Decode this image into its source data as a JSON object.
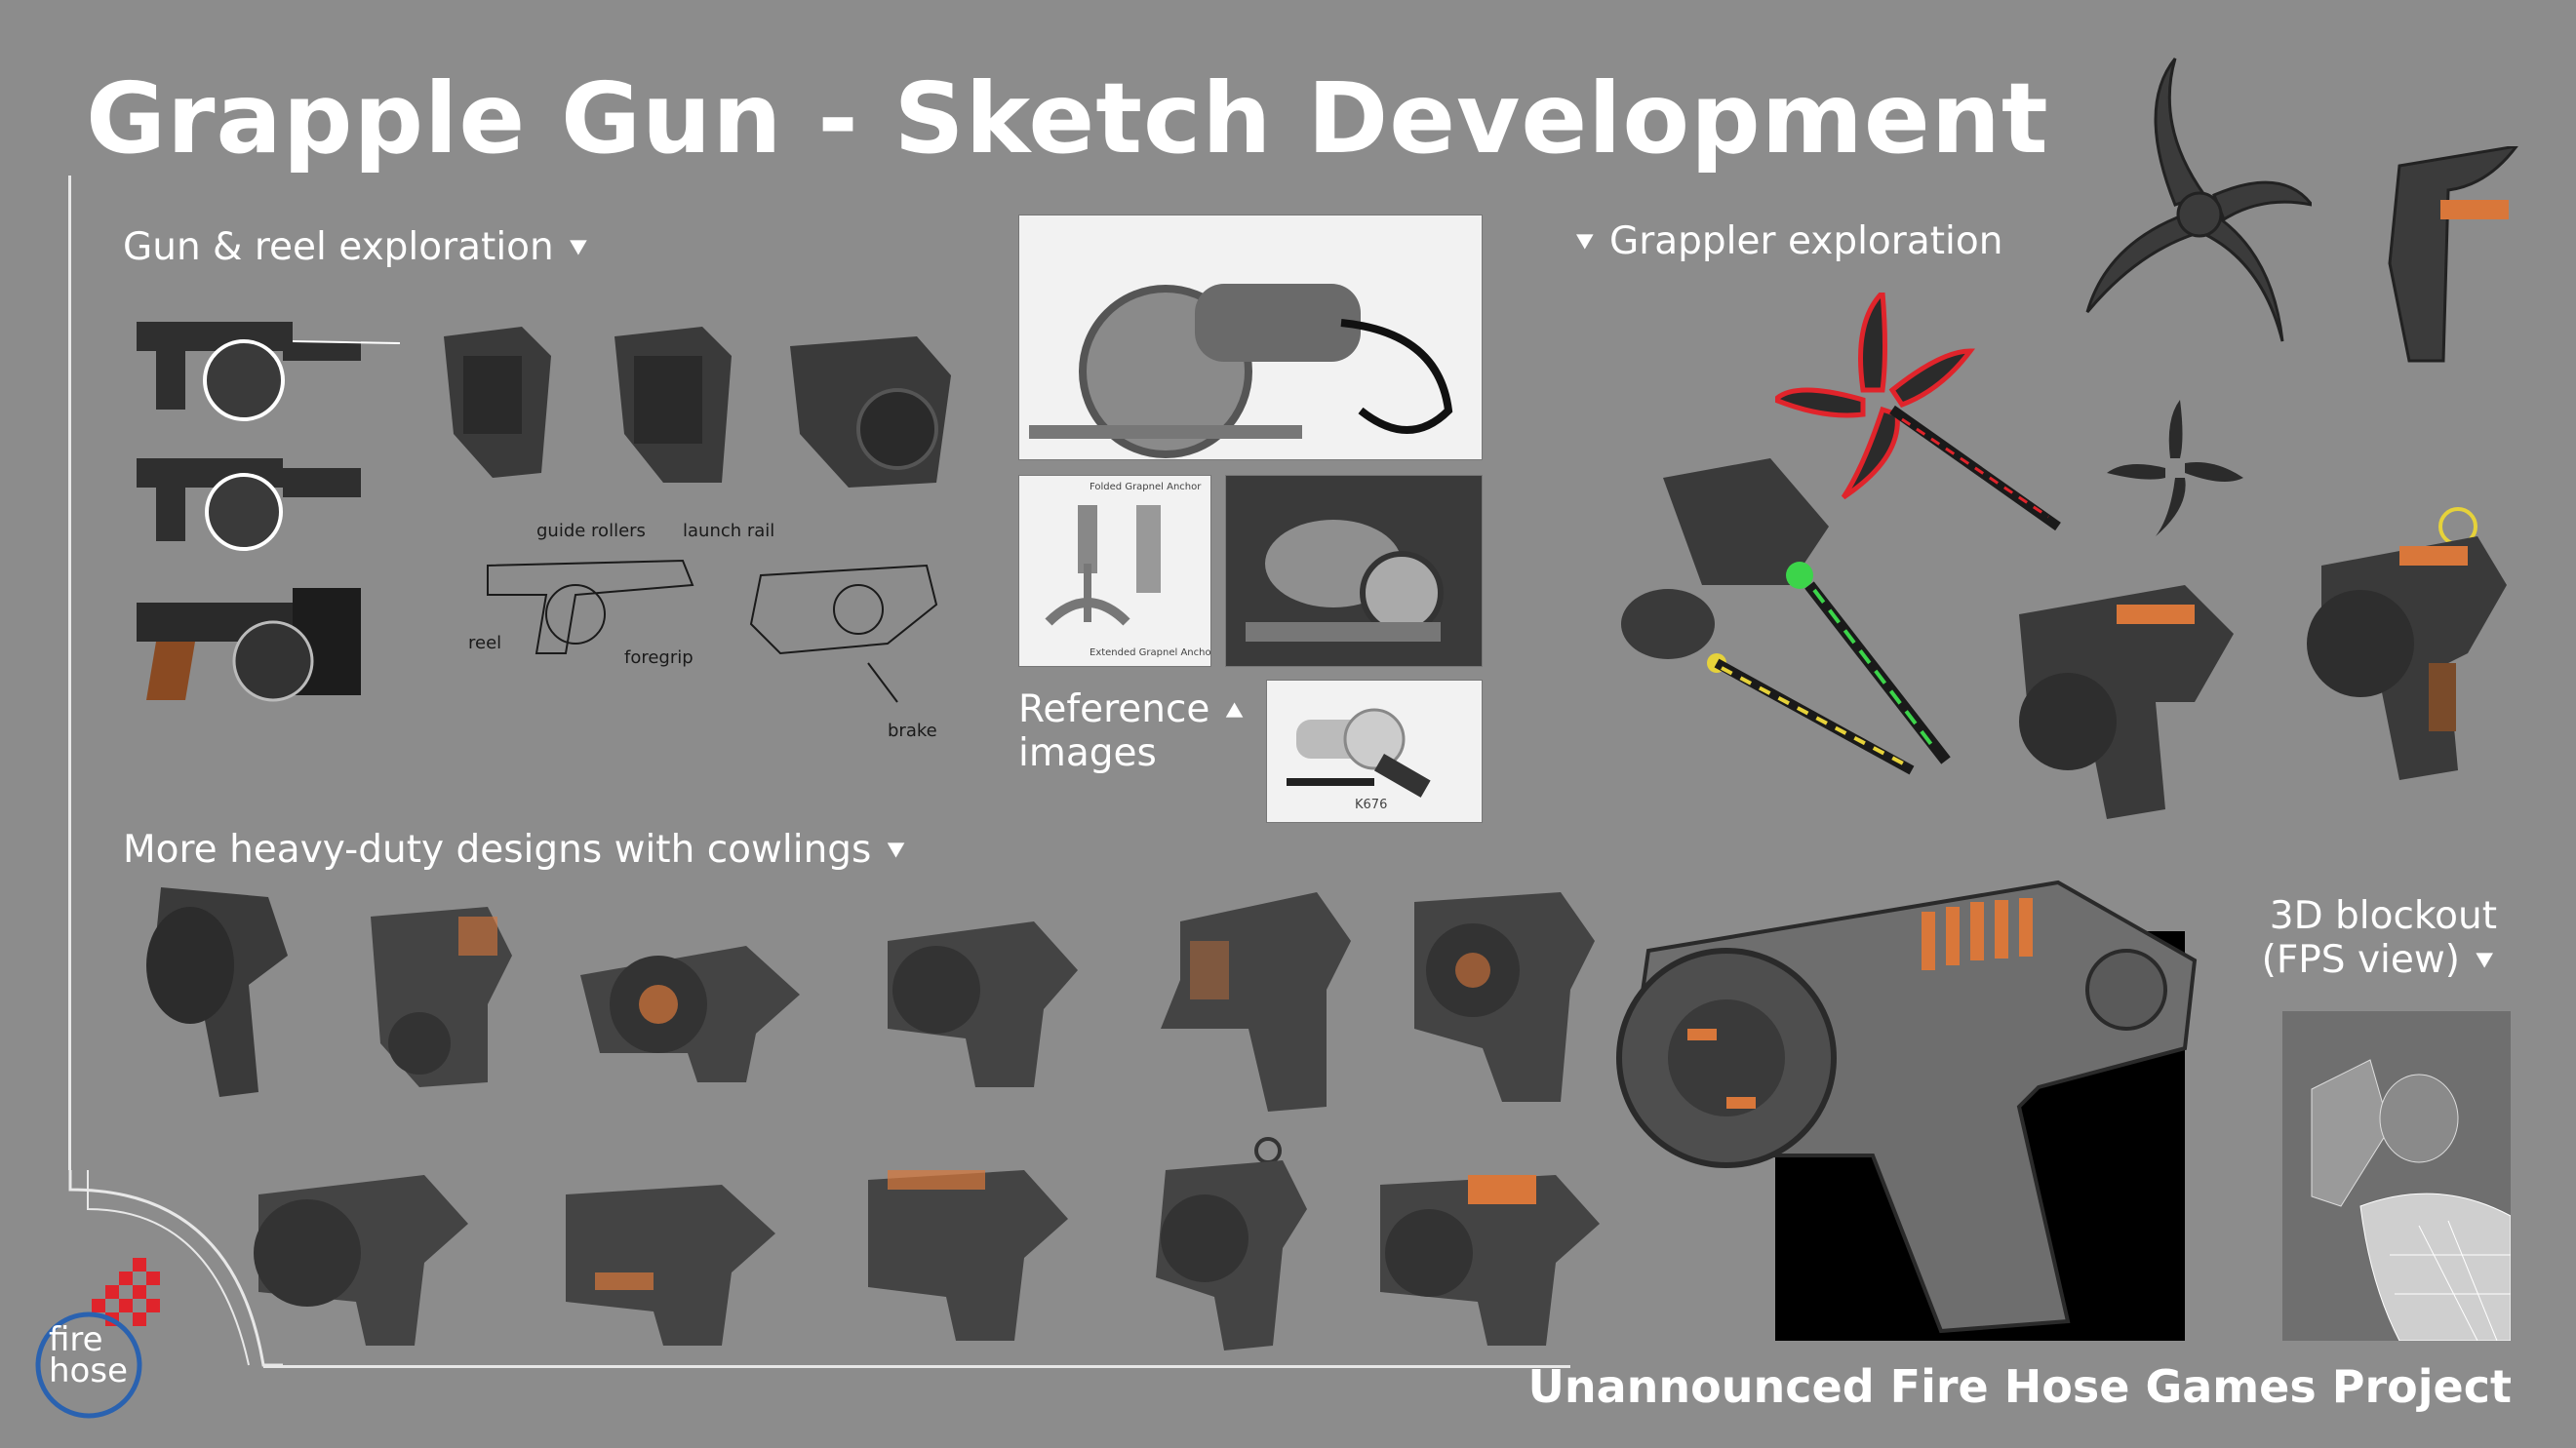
{
  "title": "Grapple Gun - Sketch Development",
  "sections": {
    "gun_reel": "Gun & reel exploration",
    "grappler": "Grappler exploration",
    "heavy_duty": "More heavy-duty designs with cowlings",
    "reference_line1": "Reference",
    "reference_line2": "images",
    "blockout_line1": "3D blockout",
    "blockout_line2": "(FPS view)"
  },
  "annotations": {
    "guide_rollers": "guide rollers",
    "launch_rail": "launch rail",
    "reel": "reel",
    "foregrip": "foregrip",
    "brake": "brake"
  },
  "reference_captions": {
    "folded": "Folded Grapnel Anchor",
    "extended": "Extended Grapnel Anchor",
    "tag": "K676"
  },
  "logo": {
    "line1": "fire",
    "line2": "hose"
  },
  "footer": "Unannounced Fire Hose Games Project",
  "colors": {
    "background": "#8c8c8c",
    "text": "#ffffff",
    "accent_orange": "#d9773a",
    "accent_red": "#e0242b",
    "accent_green": "#3cd44a",
    "accent_yellow": "#e6d23a",
    "logo_blue": "#2a62b0"
  }
}
